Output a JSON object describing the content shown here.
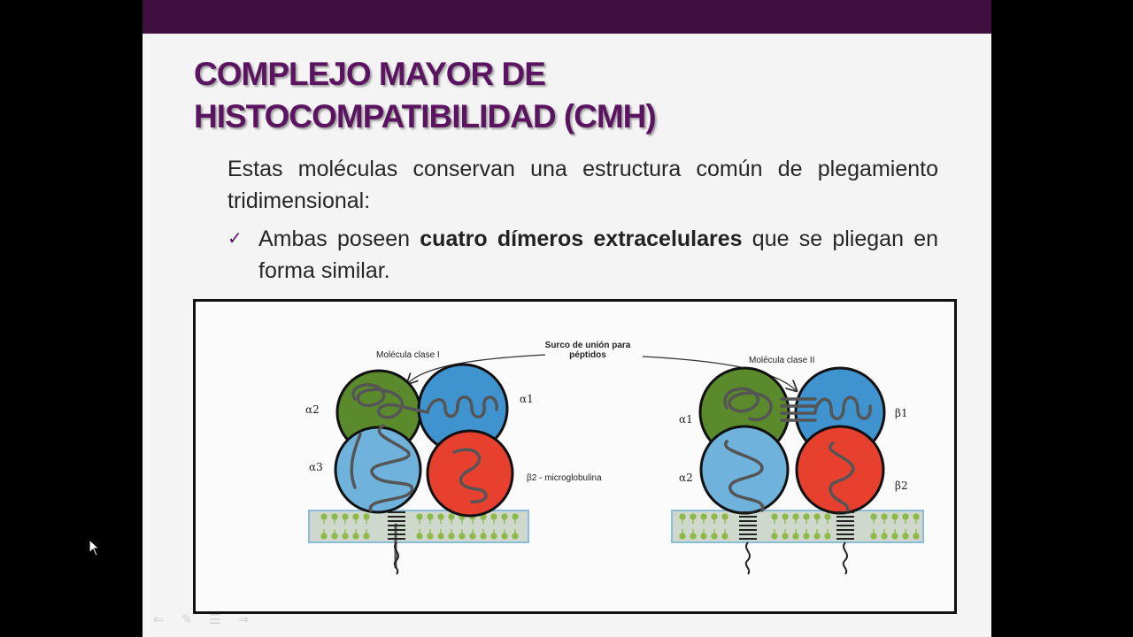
{
  "slide": {
    "title_line1": "COMPLEJO MAYOR DE",
    "title_line2": "HISTOCOMPATIBILIDAD (CMH)",
    "paragraph": "Estas moléculas conservan una estructura común de plegamiento tridimensional:",
    "bullet": {
      "marker": "✓",
      "text_before": "Ambas poseen ",
      "text_bold": "cuatro dímeros extracelulares",
      "text_after": " que se pliegan en forma similar."
    }
  },
  "figure": {
    "groove_label_line1": "Surco de unión para",
    "groove_label_line2": "péptidos",
    "class1": {
      "title": "Molécula clase I",
      "alpha2": "α2",
      "alpha1": "α1",
      "alpha3": "α3",
      "beta2": "β2 - microglobulina"
    },
    "class2": {
      "title": "Molécula clase II",
      "alpha1": "α1",
      "beta1": "β1",
      "alpha2": "α2",
      "beta2": "β2"
    }
  },
  "colors": {
    "topbar": "#3f0f3f",
    "title": "#5b1560",
    "domain_green": "#5a8a2c",
    "domain_blue": "#3f93cf",
    "domain_lightblue": "#6fb3dd",
    "domain_red": "#e8402e",
    "membrane": "#cfd8cc",
    "lipid": "#8fb84a"
  },
  "navigation_icons": [
    "back-arrow-icon",
    "pen-icon",
    "menu-icon",
    "forward-arrow-icon"
  ]
}
